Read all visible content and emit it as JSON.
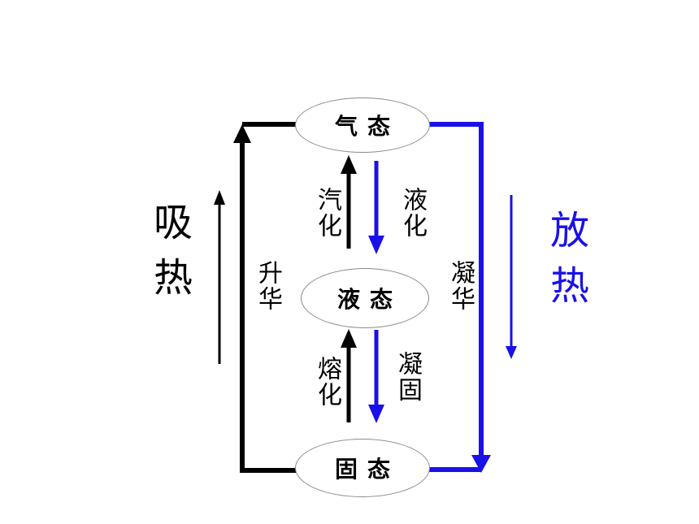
{
  "states": {
    "gas": "气态",
    "liquid": "液态",
    "solid": "固态"
  },
  "transitions": {
    "vaporization": "汽化",
    "liquefaction": "液化",
    "melting": "熔化",
    "solidification": "凝固",
    "sublimation": "升华",
    "deposition": "凝华"
  },
  "sides": {
    "absorb_heat": "吸热",
    "release_heat": "放热"
  },
  "colors": {
    "absorb": "#000000",
    "release": "#1a10e8",
    "ellipse_border": "#8a8a8a"
  }
}
